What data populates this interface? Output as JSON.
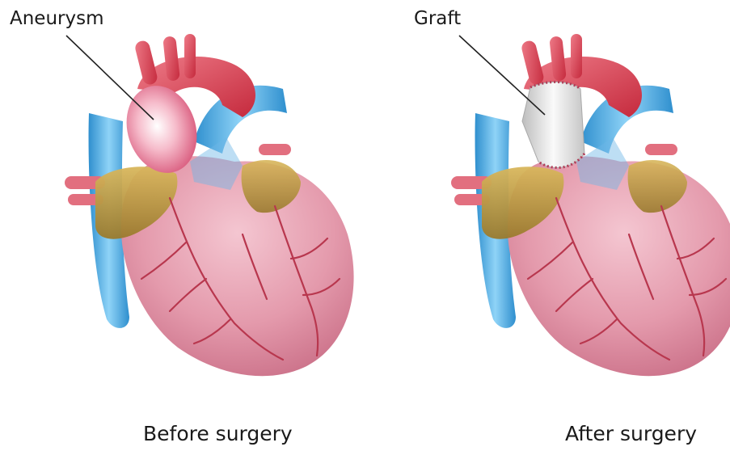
{
  "figure": {
    "before": {
      "callout": "Aneurysm",
      "caption": "Before surgery"
    },
    "after": {
      "callout": "Graft",
      "caption": "After surgery"
    }
  },
  "colors": {
    "heart_muscle": "#e49aac",
    "heart_muscle_dark": "#c76a83",
    "heart_muscle_light": "#f4c6d1",
    "artery": "#d9404f",
    "artery_light": "#ee7b88",
    "vein": "#3ea3dd",
    "vein_light": "#8fd3f7",
    "atrium": "#c6a248",
    "atrium_dark": "#9a7a2d",
    "coronary_vessel": "#b8374e",
    "aneurysm": "#f0a4b7",
    "graft": "#e6e6e6",
    "graft_stitch": "#b23a55",
    "leader_line": "#222222"
  }
}
